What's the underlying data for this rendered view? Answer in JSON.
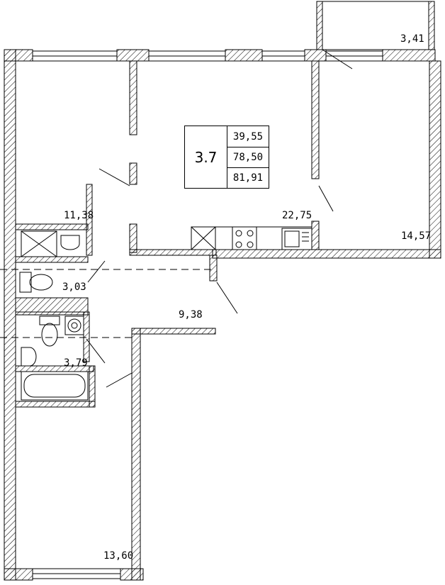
{
  "unit": {
    "id": "3.7",
    "areas": [
      "39,55",
      "78,50",
      "81,91"
    ]
  },
  "rooms": {
    "balcony": "3,41",
    "living_room": "14,57",
    "kitchen_living": "22,75",
    "bedroom_top": "11,38",
    "shower_room": "3,03",
    "hallway": "9,38",
    "bathroom": "3,79",
    "bedroom_bottom": "13,60"
  }
}
